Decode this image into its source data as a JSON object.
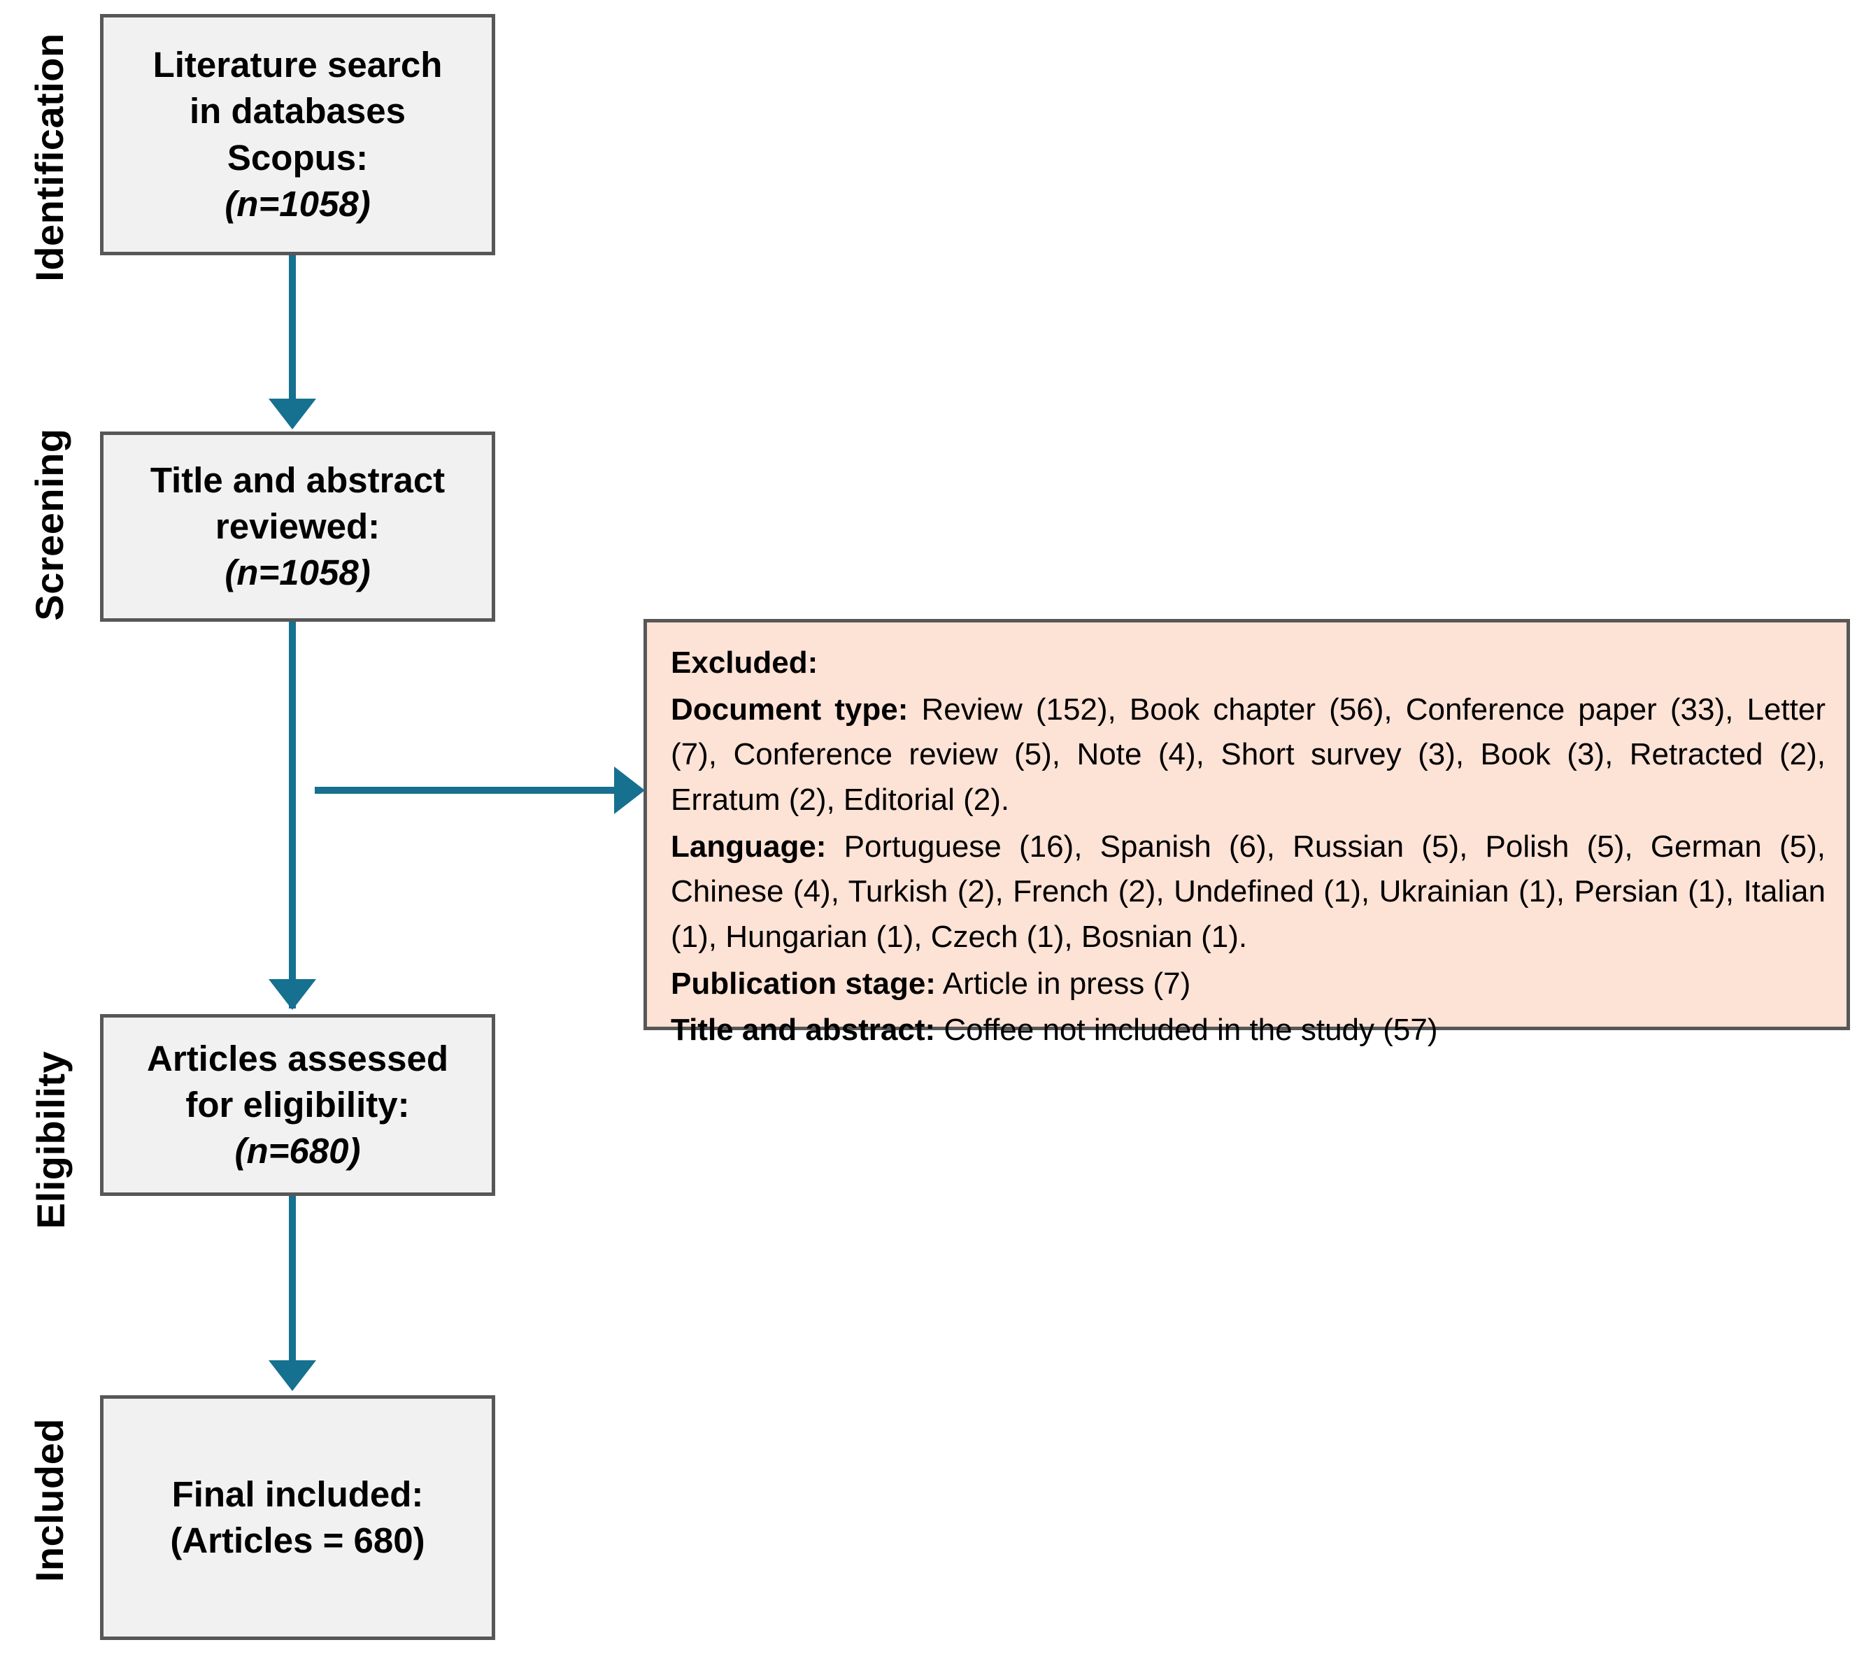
{
  "diagram": {
    "title": "PRISMA literature selection flow diagram",
    "accent_color": "#16708F",
    "box_fill": "#F1F1F1",
    "box_border": "#575757",
    "excluded_fill": "#FDE2D6"
  },
  "stages": [
    {
      "id": "identification",
      "label": "Identification"
    },
    {
      "id": "screening",
      "label": "Screening"
    },
    {
      "id": "eligibility",
      "label": "Eligibility"
    },
    {
      "id": "included",
      "label": "Included"
    }
  ],
  "boxes": {
    "identification": {
      "line1": "Literature search",
      "line2": "in databases",
      "line3": "Scopus:",
      "count_prefix": "(",
      "count_n": "n",
      "count_value": "=1058)"
    },
    "screening": {
      "line1": "Title and abstract",
      "line2": "reviewed:",
      "count_prefix": "(",
      "count_n": "n",
      "count_value": "=1058)"
    },
    "eligibility": {
      "line1": "Articles assessed",
      "line2": "for eligibility:",
      "count_prefix": "(",
      "count_n": "n",
      "count_value": "=680)"
    },
    "included": {
      "line1": "Final included:",
      "line2": "(Articles = 680)"
    }
  },
  "excluded": {
    "heading": "Excluded:",
    "rows": [
      {
        "label": "Document type:",
        "text": " Review (152), Book chapter (56), Conference paper (33), Letter (7), Conference review (5), Note (4), Short survey (3), Book (3), Retracted (2), Erratum (2), Editorial (2)."
      },
      {
        "label": "Language:",
        "text": " Portuguese (16), Spanish (6), Russian (5), Polish (5), German (5), Chinese (4), Turkish (2), French (2), Undefined (1), Ukrainian (1), Persian (1), Italian (1), Hungarian (1), Czech (1), Bosnian (1)."
      },
      {
        "label": "Publication stage:",
        "text": " Article in press (7)"
      },
      {
        "label": "Title and abstract:",
        "text": " Coffee not included in the study (57)"
      }
    ]
  }
}
